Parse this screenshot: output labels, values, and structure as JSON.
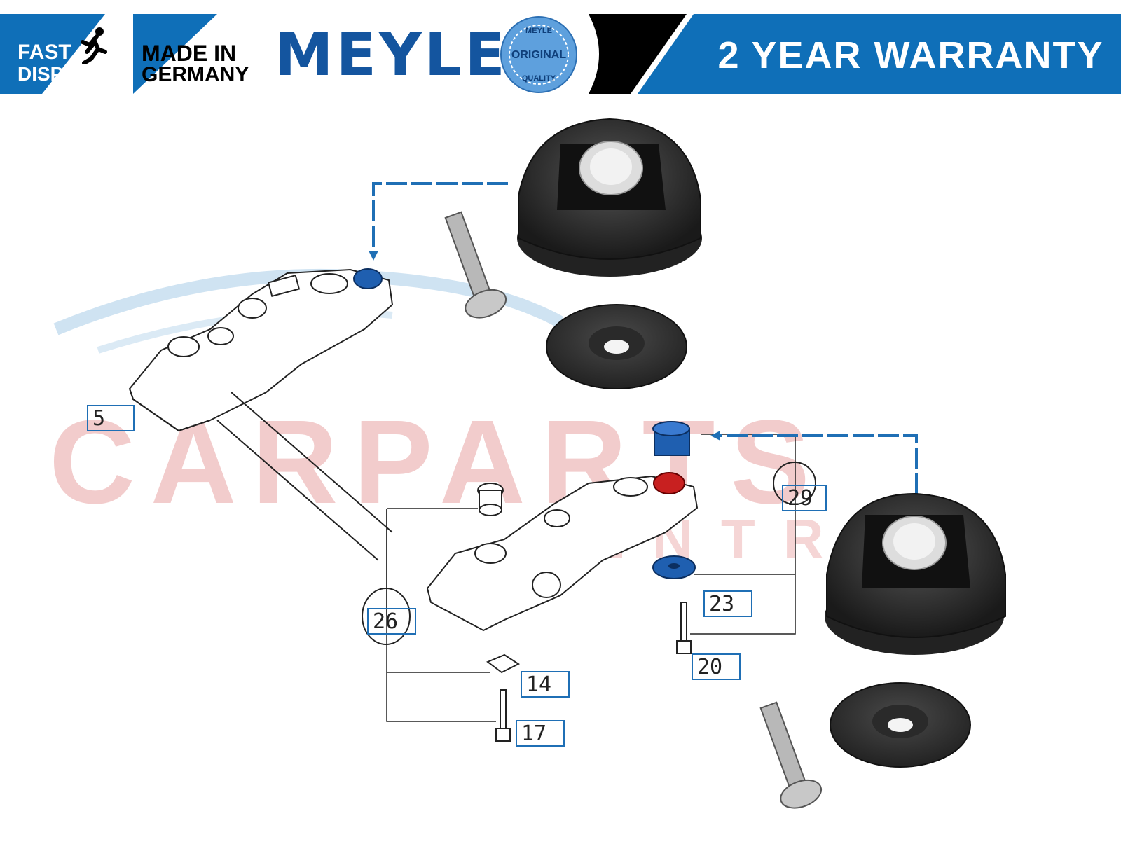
{
  "banner": {
    "fast_dispatch": {
      "line1": "FAST",
      "line2": "DISPATCH",
      "icon": "running-man-icon"
    },
    "made_in_germany": {
      "line1": "MADE IN",
      "line2": "GERMANY"
    },
    "brand": "MEYLE",
    "seal": {
      "top": "MEYLE",
      "middle": "ORIGINAL",
      "bottom": "QUALITY"
    },
    "warranty": "2 YEAR WARRANTY",
    "colors": {
      "blue": "#0f6fb8",
      "dark_blue": "#14559f",
      "black": "#000000"
    }
  },
  "watermark": {
    "main": "CARPARTS",
    "sub": "CENTRE"
  },
  "callouts": [
    {
      "id": "5",
      "label": "5"
    },
    {
      "id": "29",
      "label": "29"
    },
    {
      "id": "26",
      "label": "26"
    },
    {
      "id": "23",
      "label": "23"
    },
    {
      "id": "20",
      "label": "20"
    },
    {
      "id": "14",
      "label": "14"
    },
    {
      "id": "17",
      "label": "17"
    }
  ]
}
